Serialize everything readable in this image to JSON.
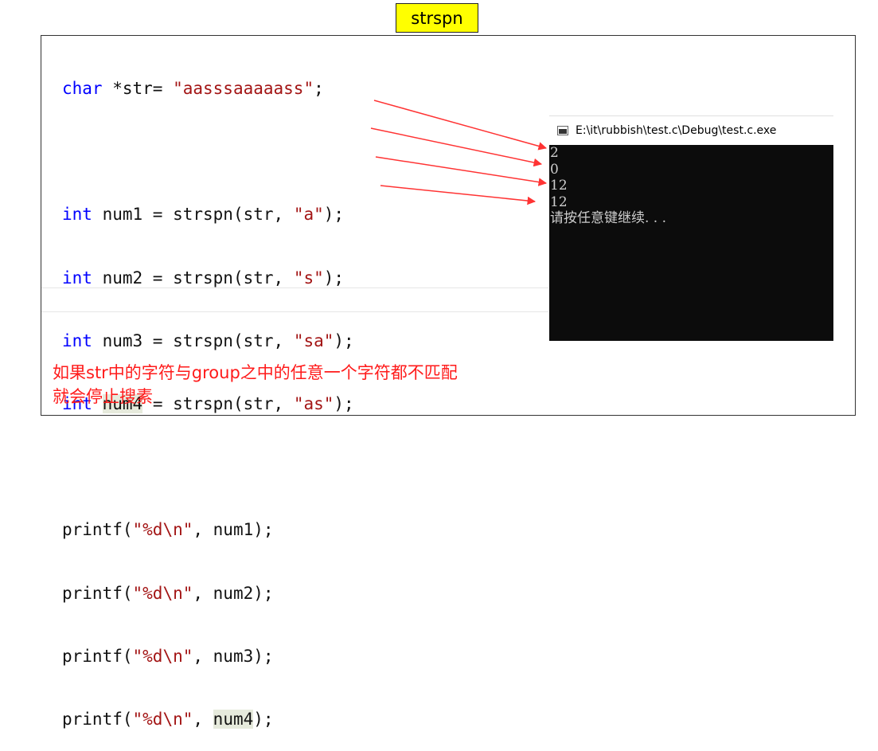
{
  "title": "strspn",
  "code": {
    "l1": {
      "kw": "char",
      "rest": " *str= ",
      "str": "\"aasssaaaaass\"",
      "end": ";"
    },
    "l3": {
      "kw": "int",
      "mid": " num1 = strspn(str, ",
      "str": "\"a\"",
      "end": ");"
    },
    "l4": {
      "kw": "int",
      "mid": " num2 = strspn(str, ",
      "str": "\"s\"",
      "end": ");"
    },
    "l5": {
      "kw": "int",
      "mid": " num3 = strspn(str, ",
      "str": "\"sa\"",
      "end": ");"
    },
    "l6": {
      "kw": "int",
      "sp": " ",
      "var": "num4",
      "mid": " = strspn(str, ",
      "str": "\"as\"",
      "end": ");"
    },
    "p1": {
      "a": "printf(",
      "str": "\"%d\\n\"",
      "b": ", num1);"
    },
    "p2": {
      "a": "printf(",
      "str": "\"%d\\n\"",
      "b": ", num2);"
    },
    "p3": {
      "a": "printf(",
      "str": "\"%d\\n\"",
      "b": ", num3);"
    },
    "p4": {
      "a": "printf(",
      "str": "\"%d\\n\"",
      "b": ", ",
      "var": "num4",
      "c": ");"
    }
  },
  "console": {
    "title": "E:\\it\\rubbish\\test.c\\Debug\\test.c.exe",
    "lines": [
      "2",
      "0",
      "12",
      "12",
      "请按任意键继续. . ."
    ]
  },
  "note": {
    "line1": "如果str中的字符与group之中的任意一个字符都不匹配",
    "line2": "就会停止搜素"
  },
  "colors": {
    "keyword": "#0000ff",
    "string": "#a31515",
    "arrow": "#ff3333",
    "note": "#ff1a1a",
    "title_bg": "#ffff00"
  }
}
